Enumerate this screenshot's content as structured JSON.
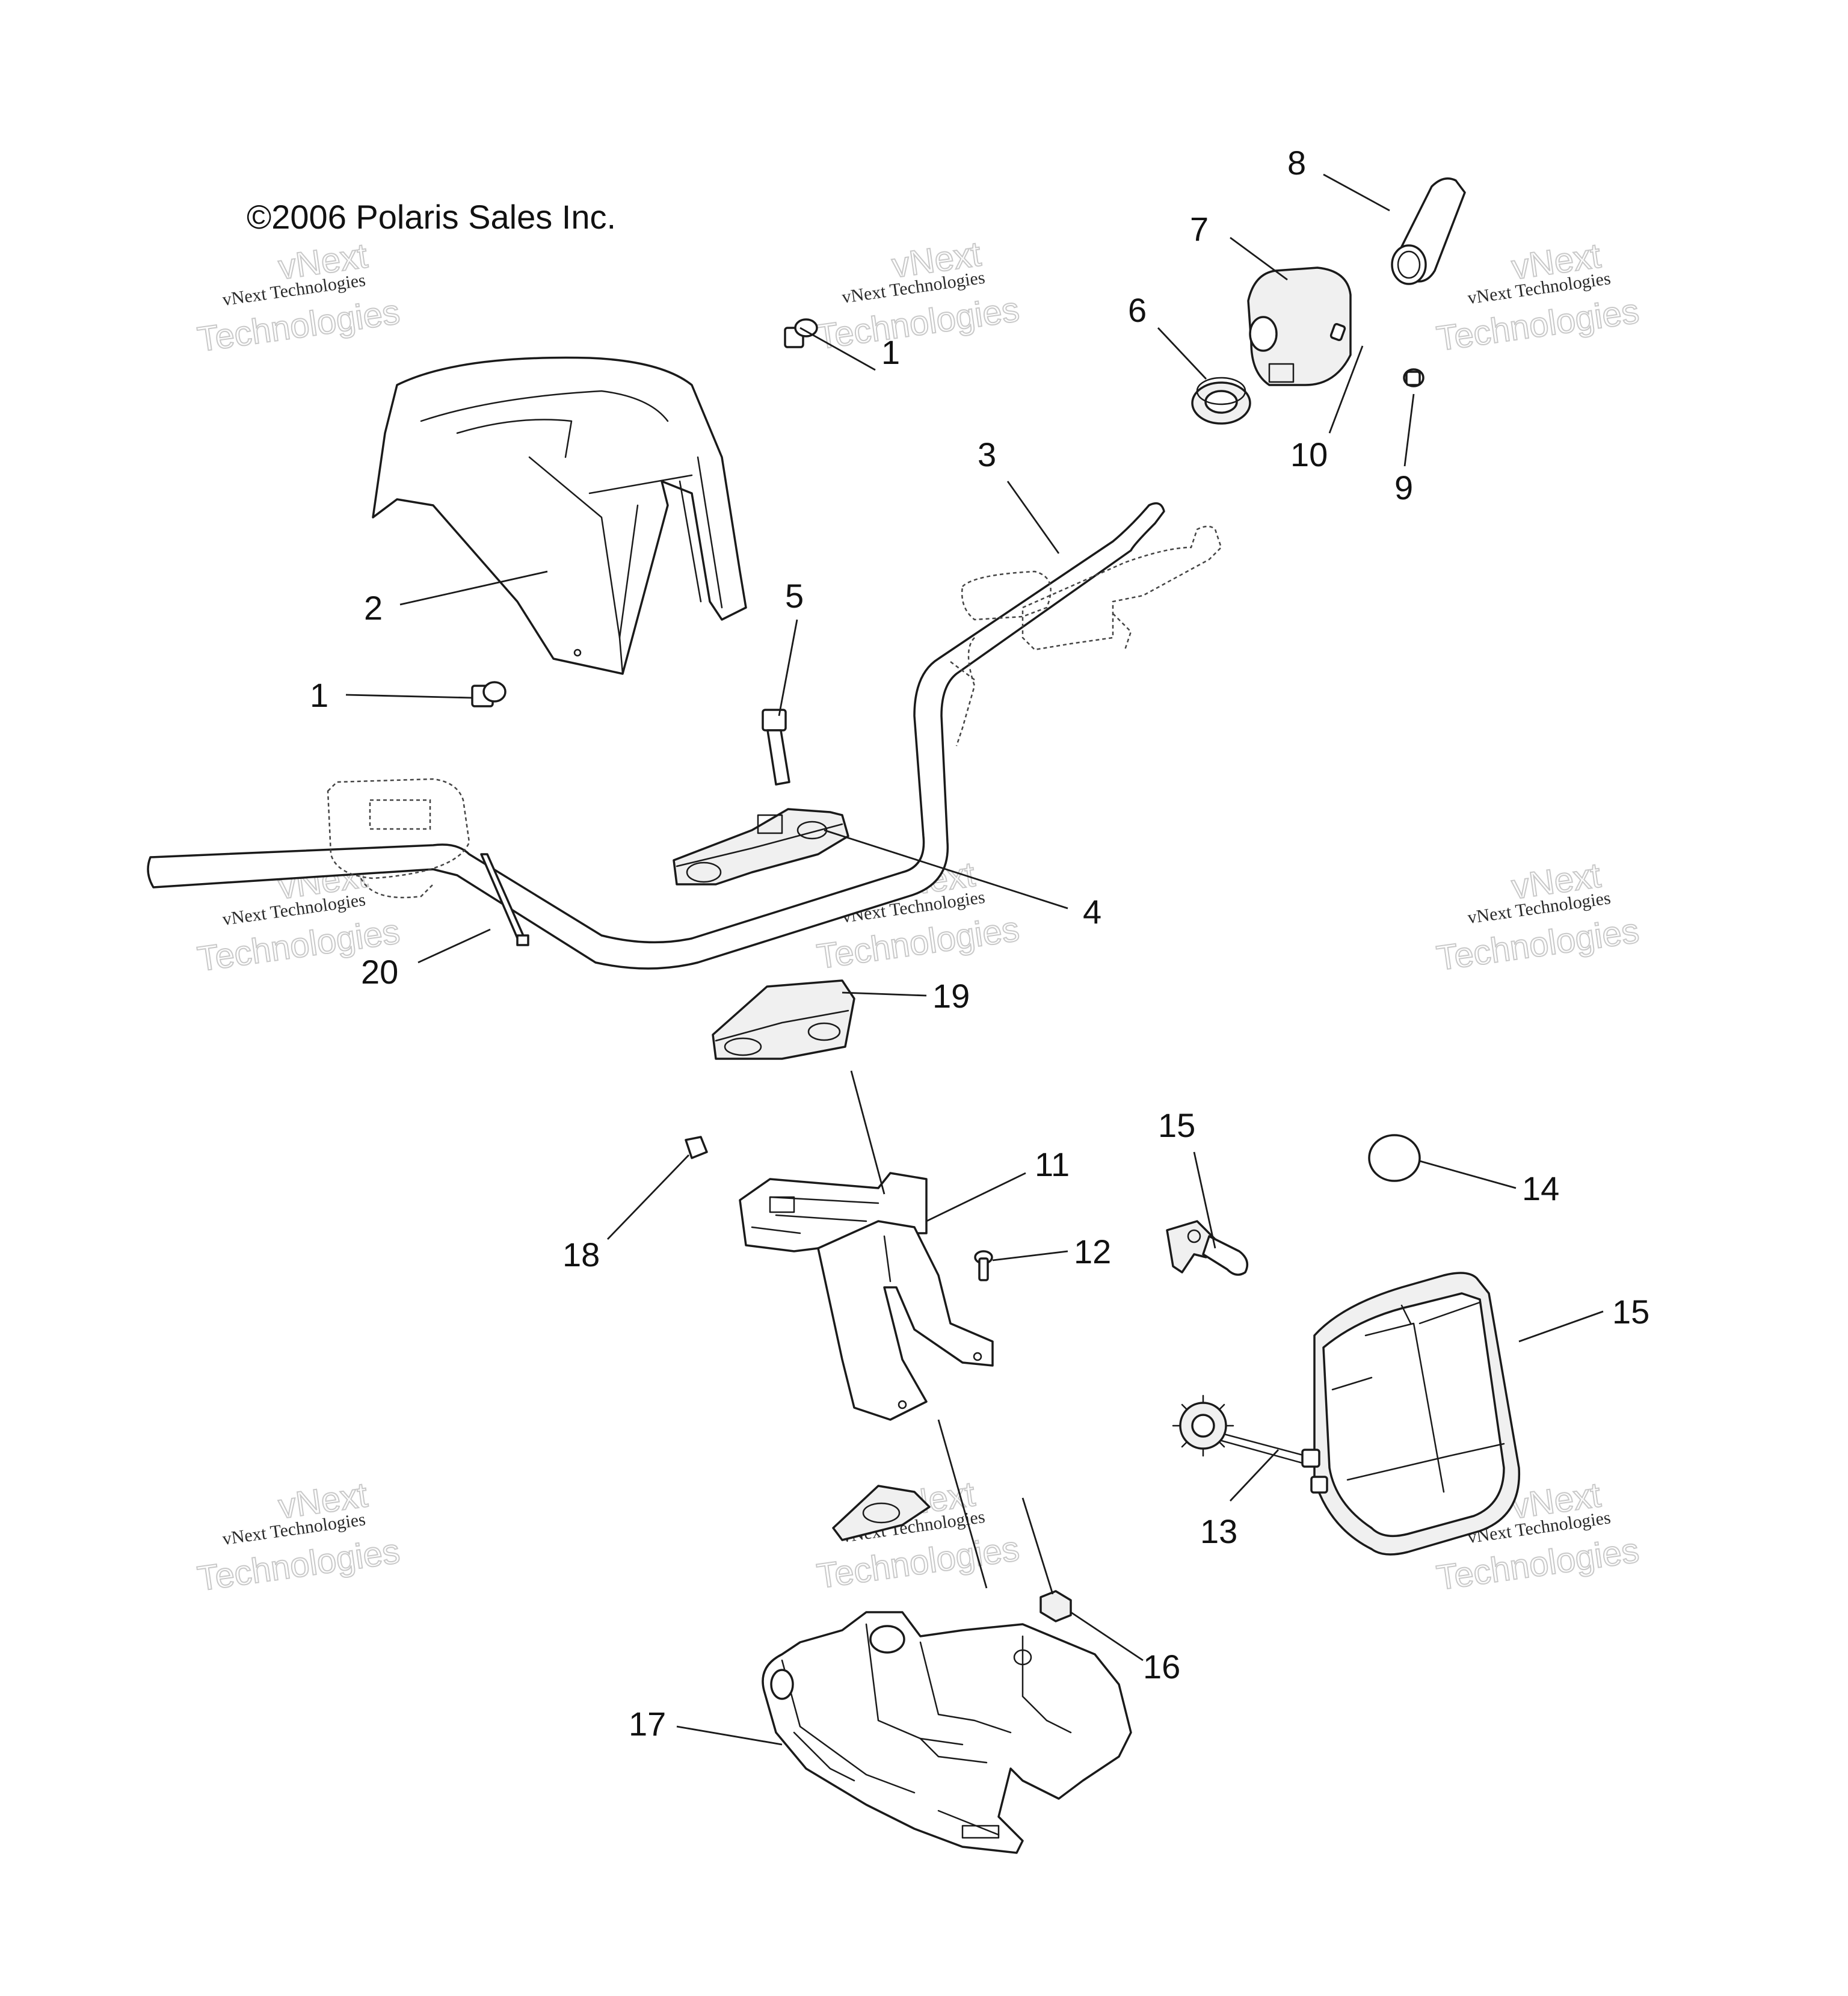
{
  "copyright": "©2006 Polaris Sales Inc.",
  "watermark": {
    "line1": "vNext",
    "line2": "vNext Technologies",
    "line3": "Technologies"
  },
  "callouts": {
    "c1a": "1",
    "c1b": "1",
    "c2": "2",
    "c3": "3",
    "c4": "4",
    "c5": "5",
    "c6": "6",
    "c7": "7",
    "c8": "8",
    "c9": "9",
    "c10": "10",
    "c11": "11",
    "c12": "12",
    "c13": "13",
    "c14": "14",
    "c15a": "15",
    "c15b": "15",
    "c16": "16",
    "c17": "17",
    "c18": "18",
    "c19": "19",
    "c20": "20"
  }
}
